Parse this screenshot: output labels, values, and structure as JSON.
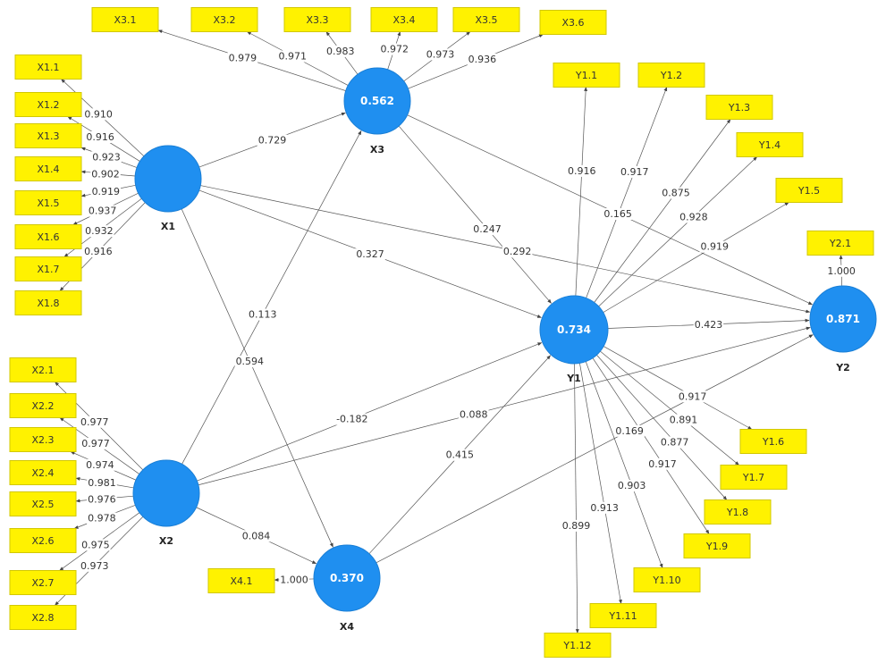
{
  "colors": {
    "indicator_fill": "#fff200",
    "latent_fill": "#1f8ff0",
    "background": "#ffffff"
  },
  "latents": [
    {
      "id": "X1",
      "name": "X1",
      "r2": ""
    },
    {
      "id": "X2",
      "name": "X2",
      "r2": ""
    },
    {
      "id": "X3",
      "name": "X3",
      "r2": "0.562"
    },
    {
      "id": "X4",
      "name": "X4",
      "r2": "0.370"
    },
    {
      "id": "Y1",
      "name": "Y1",
      "r2": "0.734"
    },
    {
      "id": "Y2",
      "name": "Y2",
      "r2": "0.871"
    }
  ],
  "indicators": [
    {
      "id": "X1.1",
      "latent": "X1",
      "loading": "0.910"
    },
    {
      "id": "X1.2",
      "latent": "X1",
      "loading": "0.916"
    },
    {
      "id": "X1.3",
      "latent": "X1",
      "loading": "0.923"
    },
    {
      "id": "X1.4",
      "latent": "X1",
      "loading": "0.902"
    },
    {
      "id": "X1.5",
      "latent": "X1",
      "loading": "0.919"
    },
    {
      "id": "X1.6",
      "latent": "X1",
      "loading": "0.937"
    },
    {
      "id": "X1.7",
      "latent": "X1",
      "loading": "0.932"
    },
    {
      "id": "X1.8",
      "latent": "X1",
      "loading": "0.916"
    },
    {
      "id": "X2.1",
      "latent": "X2",
      "loading": "0.977"
    },
    {
      "id": "X2.2",
      "latent": "X2",
      "loading": "0.977"
    },
    {
      "id": "X2.3",
      "latent": "X2",
      "loading": "0.974"
    },
    {
      "id": "X2.4",
      "latent": "X2",
      "loading": "0.981"
    },
    {
      "id": "X2.5",
      "latent": "X2",
      "loading": "0.976"
    },
    {
      "id": "X2.6",
      "latent": "X2",
      "loading": "0.978"
    },
    {
      "id": "X2.7",
      "latent": "X2",
      "loading": "0.975"
    },
    {
      "id": "X2.8",
      "latent": "X2",
      "loading": "0.973"
    },
    {
      "id": "X3.1",
      "latent": "X3",
      "loading": "0.979"
    },
    {
      "id": "X3.2",
      "latent": "X3",
      "loading": "0.971"
    },
    {
      "id": "X3.3",
      "latent": "X3",
      "loading": "0.983"
    },
    {
      "id": "X3.4",
      "latent": "X3",
      "loading": "0.972"
    },
    {
      "id": "X3.5",
      "latent": "X3",
      "loading": "0.973"
    },
    {
      "id": "X3.6",
      "latent": "X3",
      "loading": "0.936"
    },
    {
      "id": "X4.1",
      "latent": "X4",
      "loading": "1.000"
    },
    {
      "id": "Y1.1",
      "latent": "Y1",
      "loading": "0.916"
    },
    {
      "id": "Y1.2",
      "latent": "Y1",
      "loading": "0.917"
    },
    {
      "id": "Y1.3",
      "latent": "Y1",
      "loading": "0.875"
    },
    {
      "id": "Y1.4",
      "latent": "Y1",
      "loading": "0.928"
    },
    {
      "id": "Y1.5",
      "latent": "Y1",
      "loading": "0.919"
    },
    {
      "id": "Y1.6",
      "latent": "Y1",
      "loading": "0.917"
    },
    {
      "id": "Y1.7",
      "latent": "Y1",
      "loading": "0.891"
    },
    {
      "id": "Y1.8",
      "latent": "Y1",
      "loading": "0.877"
    },
    {
      "id": "Y1.9",
      "latent": "Y1",
      "loading": "0.917"
    },
    {
      "id": "Y1.10",
      "latent": "Y1",
      "loading": "0.903"
    },
    {
      "id": "Y1.11",
      "latent": "Y1",
      "loading": "0.913"
    },
    {
      "id": "Y1.12",
      "latent": "Y1",
      "loading": "0.899"
    },
    {
      "id": "Y2.1",
      "latent": "Y2",
      "loading": "1.000"
    }
  ],
  "paths": [
    {
      "from": "X1",
      "to": "X3",
      "coef": "0.729"
    },
    {
      "from": "X1",
      "to": "Y1",
      "coef": "0.327"
    },
    {
      "from": "X1",
      "to": "Y2",
      "coef": "0.292"
    },
    {
      "from": "X1",
      "to": "X4",
      "coef": "0.594"
    },
    {
      "from": "X2",
      "to": "X3",
      "coef": "0.113"
    },
    {
      "from": "X2",
      "to": "Y1",
      "coef": "-0.182"
    },
    {
      "from": "X2",
      "to": "Y2",
      "coef": "0.088"
    },
    {
      "from": "X2",
      "to": "X4",
      "coef": "0.084"
    },
    {
      "from": "X3",
      "to": "Y1",
      "coef": "0.247"
    },
    {
      "from": "X3",
      "to": "Y2",
      "coef": "0.165"
    },
    {
      "from": "X4",
      "to": "Y1",
      "coef": "0.415"
    },
    {
      "from": "X4",
      "to": "Y2",
      "coef": "0.169"
    },
    {
      "from": "Y1",
      "to": "Y2",
      "coef": "0.423"
    }
  ]
}
